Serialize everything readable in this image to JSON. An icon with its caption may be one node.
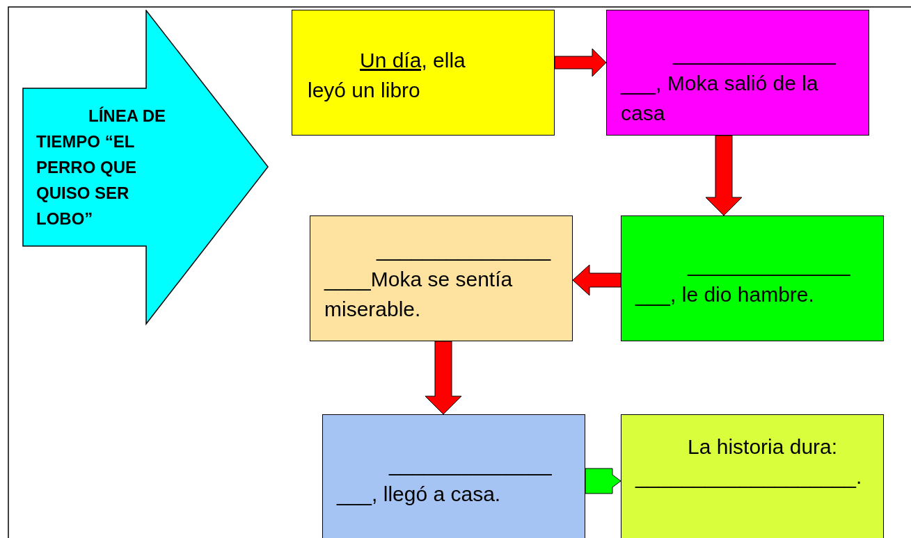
{
  "diagram": {
    "nodes": [
      {
        "text": [
          "LÍNEA DE TIEMPO “EL PERRO QUE QUISO SER LOBO”"
        ]
      },
      {
        "text": [
          "Un día,",
          "ella leyó un libro"
        ]
      },
      {
        "text": [
          "______________ ___, Moka salió de la casa"
        ]
      },
      {
        "text": [
          "______________ ___, le dio hambre."
        ]
      },
      {
        "text": [
          "_______________ ____Moka se sentía miserable."
        ]
      },
      {
        "text": [
          "______________ ___, llegó a casa."
        ]
      },
      {
        "text": [
          "La historia dura: ___________________."
        ]
      }
    ],
    "edges": [
      {
        "from": 1,
        "to": 2,
        "arrow": "to",
        "style": "thick"
      },
      {
        "from": 2,
        "to": 3,
        "arrow": "to",
        "style": "thick"
      },
      {
        "from": 3,
        "to": 4,
        "arrow": "to",
        "style": "thick"
      },
      {
        "from": 4,
        "to": 5,
        "arrow": "to",
        "style": "thick"
      },
      {
        "from": 5,
        "to": 6,
        "arrow": "to",
        "style": "thick",
        "color": "#00ff00"
      }
    ]
  }
}
